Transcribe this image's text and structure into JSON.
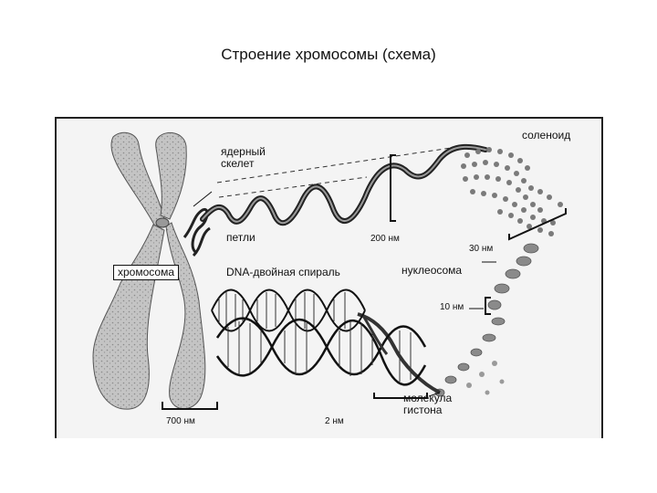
{
  "slide": {
    "title": "Строение хромосомы (схема)"
  },
  "diagram": {
    "labels": {
      "nuclear_skeleton": "ядерный\nскелет",
      "solenoid": "соленоид",
      "loops": "петли",
      "nm200": "200 нм",
      "nm30": "30 нм",
      "chromosome": "хромосома",
      "dna_helix": "DNA-двойная спираль",
      "nucleosome": "нуклеосома",
      "nm10": "10 нм",
      "histone_molecule": "молекула\nгистона",
      "nm700": "700 нм",
      "nm2": "2 нм"
    }
  },
  "colors": {
    "ink": "#111111",
    "chromosome_fill": "#b8b8b8",
    "background": "#f4f4f4"
  }
}
